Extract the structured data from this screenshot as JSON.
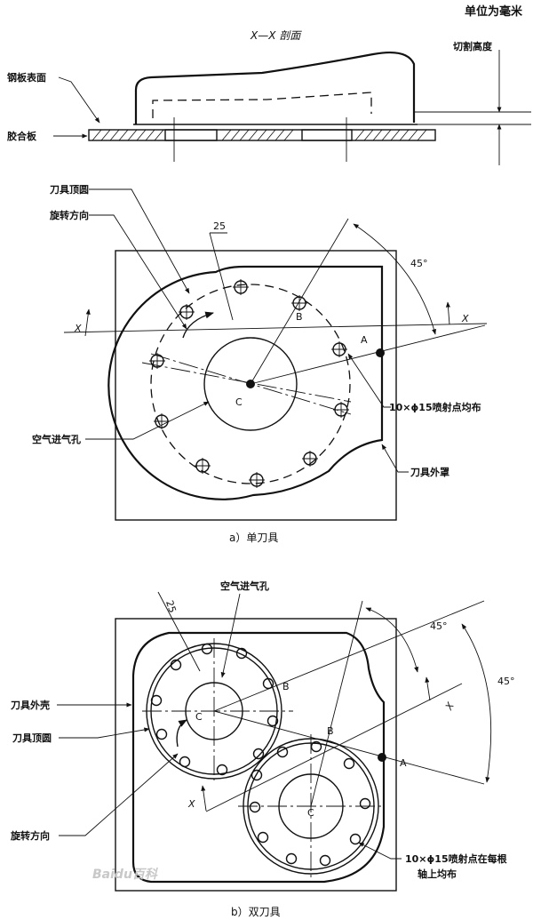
{
  "header": {
    "unit_note": "单位为毫米"
  },
  "section_view": {
    "title": "X—X 剖面",
    "labels": {
      "steel_surface": "钢板表面",
      "plywood": "胶合板",
      "cut_height": "切割高度"
    }
  },
  "fig_a": {
    "caption": "a）单刀具",
    "labels": {
      "tip_circle": "刀具顶圆",
      "rotation": "旋转方向",
      "air_inlet": "空气进气孔",
      "housing": "刀具外罩",
      "nozzles": "10×ϕ15喷射点均布",
      "dim_25": "25",
      "angle": "45°",
      "pt_a": "A",
      "pt_b": "B",
      "pt_c": "C",
      "x1": "X",
      "x2": "X"
    }
  },
  "fig_b": {
    "caption": "b）双刀具",
    "labels": {
      "air_inlet": "空气进气孔",
      "housing": "刀具外壳",
      "tip_circle": "刀具顶圆",
      "rotation": "旋转方向",
      "nozzles_line1": "10×ϕ15喷射点在每根",
      "nozzles_line2": "轴上均布",
      "dim_25": "25",
      "angle1": "45°",
      "angle2": "45°",
      "pt_a": "A",
      "pt_b1": "B",
      "pt_b2": "B",
      "pt_c1": "C",
      "pt_c2": "C",
      "x1": "X",
      "x2": "X"
    }
  },
  "watermark": "Baidu百科",
  "icons": [
    "arrowhead",
    "nozzle-hole",
    "center-point"
  ]
}
